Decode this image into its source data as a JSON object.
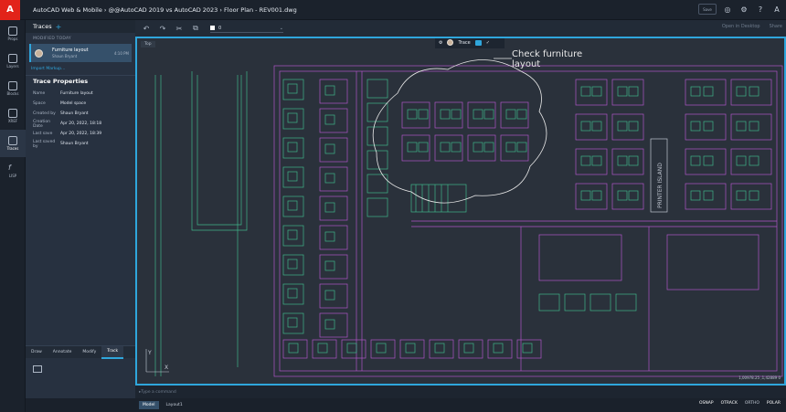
{
  "app": {
    "logo_letter": "A",
    "title": "AutoCAD Web & Mobile  ›  @@AutoCAD 2019 vs AutoCAD 2023  ›  Floor Plan - REV001.dwg",
    "user_label": "Save"
  },
  "rail": [
    {
      "label": "Props",
      "active": false
    },
    {
      "label": "Layers",
      "active": false
    },
    {
      "label": "Blocks",
      "active": false
    },
    {
      "label": "XREF",
      "active": false
    },
    {
      "label": "Traces",
      "active": true
    },
    {
      "label": "LISP",
      "active": false
    }
  ],
  "panel": {
    "header": "Traces",
    "plus": "+",
    "section_caption": "MODIFIED TODAY",
    "trace_card": {
      "title": "Furniture layout",
      "author": "Shaun Bryant",
      "time": "4:10 PM"
    },
    "import_link": "Import Markup...",
    "props_title": "Trace Properties",
    "props": [
      {
        "key": "Name",
        "value": "Furniture layout"
      },
      {
        "key": "Space",
        "value": "Model space"
      },
      {
        "key": "Created by",
        "value": "Shaun Bryant"
      },
      {
        "key": "Creation Date",
        "value": "Apr 20, 2022, 18:18"
      },
      {
        "key": "Last save",
        "value": "Apr 20, 2022, 18:39"
      },
      {
        "key": "Last saved by",
        "value": "Shaun Bryant"
      }
    ],
    "tabs": [
      {
        "label": "Draw",
        "active": false
      },
      {
        "label": "Annotate",
        "active": false
      },
      {
        "label": "Modify",
        "active": false
      },
      {
        "label": "Track",
        "active": true
      }
    ]
  },
  "toolbar": {
    "layer_name": "0",
    "open_desktop": "Open in Desktop",
    "share": "Share"
  },
  "canvas": {
    "view_tag": "Top",
    "trace_label": "Trace",
    "annotation_line1": "Check  furniture",
    "annotation_line2": "layout",
    "printer_label": "PRINTER ISLAND",
    "coordinates": "1,00978.25 ,1,42889 0"
  },
  "command": {
    "placeholder": "Type a command"
  },
  "status": {
    "layout_tabs": [
      {
        "label": "Model",
        "active": true
      },
      {
        "label": "Layout1",
        "active": false
      }
    ],
    "toggles": [
      {
        "label": "OSNAP",
        "on": true
      },
      {
        "label": "OTRACK",
        "on": true
      },
      {
        "label": "ORTHO",
        "on": false
      },
      {
        "label": "POLAR",
        "on": true
      }
    ]
  },
  "colors": {
    "accent": "#2fa6dc",
    "logo": "#e2231a",
    "furniture": "#3fb58a",
    "walls": "#b055c8",
    "annotation": "#e8e8e8"
  }
}
